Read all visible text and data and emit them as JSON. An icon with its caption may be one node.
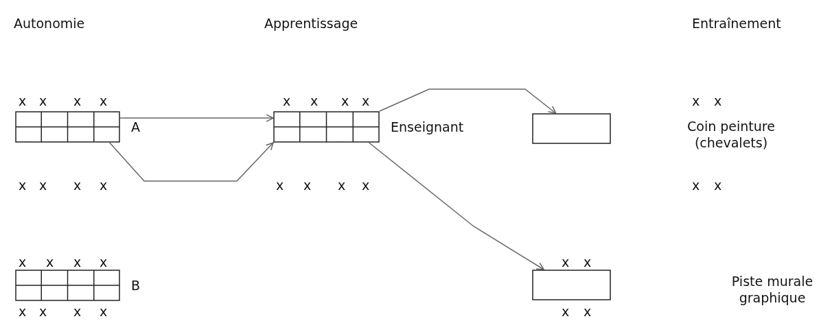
{
  "diagram": {
    "nodes": [
      {
        "text": [],
        "shape": "box",
        "beside": [
          "A"
        ]
      },
      {
        "text": [],
        "shape": "box",
        "beside": [
          "Enseignant"
        ]
      },
      {
        "text": [],
        "shape": "box"
      },
      {
        "text": [],
        "shape": "box",
        "beside": [
          "B"
        ]
      },
      {
        "text": [],
        "shape": "box"
      }
    ],
    "edges": [
      {
        "from": 0,
        "to": 1,
        "arrow": "to"
      },
      {
        "from": 0,
        "to": 1,
        "arrow": "to"
      },
      {
        "from": 1,
        "to": 2,
        "arrow": "to"
      },
      {
        "from": 1,
        "to": 4,
        "arrow": "to"
      }
    ],
    "labels": [
      "Autonomie",
      "Apprentissage",
      "Entraînement",
      "x",
      "x",
      "x",
      "x",
      "x",
      "x",
      "x",
      "x",
      "x",
      "x",
      "Coin peinture (chevalets)",
      "x",
      "x",
      "x",
      "x",
      "x",
      "x",
      "x",
      "x",
      "x",
      "x",
      "x",
      "x",
      "x",
      "x",
      "x",
      "x",
      "Piste murale graphique",
      "x",
      "x",
      "x",
      "x",
      "x",
      "x"
    ]
  }
}
